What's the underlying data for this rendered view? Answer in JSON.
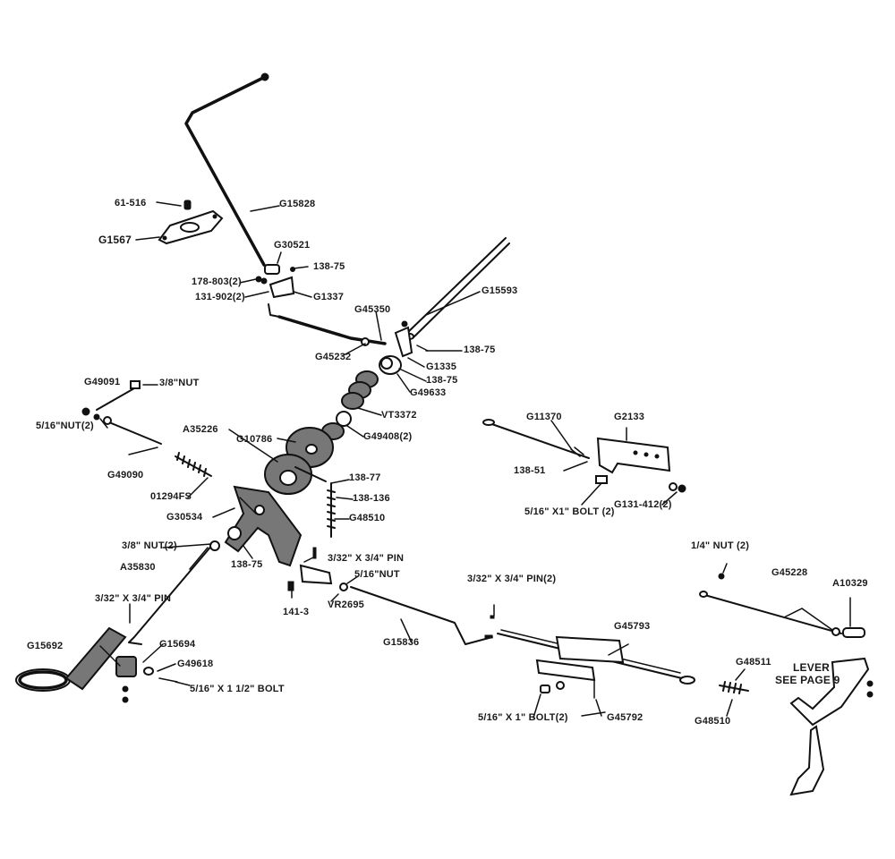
{
  "labels": {
    "l_61_516": "61-516",
    "l_g1567": "G1567",
    "l_g15828": "G15828",
    "l_g30521": "G30521",
    "l_178_803": "178-803(2)",
    "l_138_75_top": "138-75",
    "l_131_902": "131-902(2)",
    "l_g1337": "G1337",
    "l_g15593": "G15593",
    "l_g45350": "G45350",
    "l_138_75_mid": "138-75",
    "l_g45232": "G45232",
    "l_g1335": "G1335",
    "l_138_75_b": "138-75",
    "l_g49633": "G49633",
    "l_g49091": "G49091",
    "l_38_nut": "3/8\"NUT",
    "l_vt3372": "VT3372",
    "l_516_nut2": "5/16\"NUT(2)",
    "l_a35226": "A35226",
    "l_g10786": "G10786",
    "l_g49408": "G49408(2)",
    "l_g49090": "G49090",
    "l_01294fs": "01294FS",
    "l_138_77": "138-77",
    "l_138_136": "138-136",
    "l_g30534": "G30534",
    "l_g48510_a": "G48510",
    "l_g11370": "G11370",
    "l_g2133": "G2133",
    "l_138_51": "138-51",
    "l_516_1_bolt": "5/16\" X1\" BOLT (2)",
    "l_g131_412": "G131-412(2)",
    "l_38_nut2": "3/8\" NUT(2)",
    "l_a35830": "A35830",
    "l_138_75_c": "138-75",
    "l_pin_332_34": "3/32\" X 3/4\" PIN",
    "l_516_nut": "5/16\"NUT",
    "l_pin_332_34_2": "3/32\" X 3/4\" PIN(2)",
    "l_14_nut2": "1/4\" NUT (2)",
    "l_g45228": "G45228",
    "l_a10329": "A10329",
    "l_pin_332_34_3": "3/32\" X 3/4\" PIN",
    "l_141_3": "141-3",
    "l_vr2695": "VR2695",
    "l_g45793": "G45793",
    "l_g15836": "G15836",
    "l_g15692": "G15692",
    "l_g15694": "G15694",
    "l_g49618": "G49618",
    "l_516_112_bolt": "5/16\" X 1 1/2\" BOLT",
    "l_g48511": "G48511",
    "l_lever": "LEVER",
    "l_see_page": "SEE PAGE 9",
    "l_g48510_b": "G48510",
    "l_516_1_bolt2": "5/16\" X 1\" BOLT(2)",
    "l_g45792": "G45792"
  }
}
